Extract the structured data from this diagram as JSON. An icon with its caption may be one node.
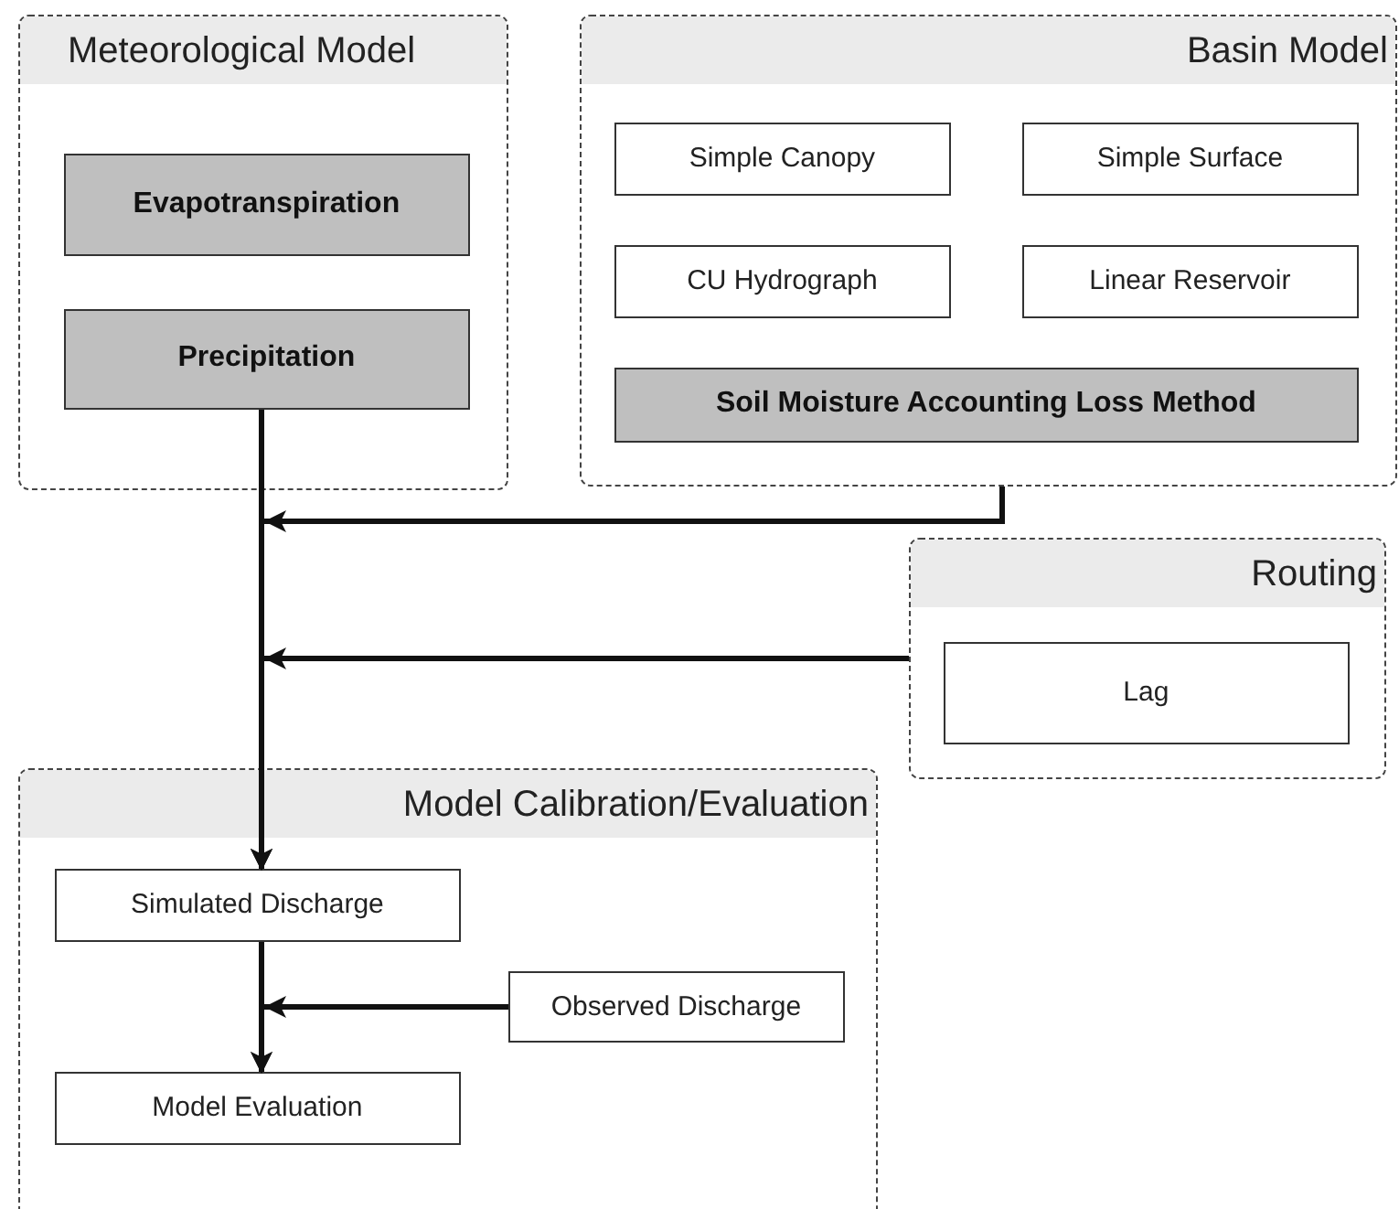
{
  "diagram": {
    "nodes": [
      {
        "text": [
          "Meteorological Model"
        ]
      },
      {
        "text": [
          "Evapotranspiration"
        ],
        "in": 0
      },
      {
        "text": [
          "Precipitation"
        ],
        "in": 0
      },
      {
        "text": [
          "Basin Model"
        ]
      },
      {
        "text": [
          "Simple Canopy"
        ],
        "in": 3
      },
      {
        "text": [
          "Simple Surface"
        ],
        "in": 3
      },
      {
        "text": [
          "CU Hydrograph"
        ],
        "in": 3
      },
      {
        "text": [
          "Linear Reservoir"
        ],
        "in": 3
      },
      {
        "text": [
          "Soil Moisture Accounting Loss Method"
        ],
        "in": 3
      },
      {
        "text": [
          "Routing"
        ]
      },
      {
        "text": [
          "Lag"
        ],
        "in": 9
      },
      {
        "text": [
          "Model Calibration/Evaluation"
        ]
      },
      {
        "text": [
          "Simulated Discharge"
        ],
        "in": 11
      },
      {
        "text": [
          "Observed Discharge"
        ],
        "in": 11
      },
      {
        "text": [
          "Model Evaluation"
        ],
        "in": 11
      }
    ],
    "edges": [
      {
        "from": 2,
        "to": 12,
        "arrow": "to"
      },
      {
        "from": 3,
        "to": 12,
        "arrow": "to"
      },
      {
        "from": 9,
        "to": 12,
        "arrow": "to"
      },
      {
        "from": 12,
        "to": 14,
        "arrow": "to"
      },
      {
        "from": 13,
        "to": 14,
        "arrow": "to"
      }
    ]
  }
}
